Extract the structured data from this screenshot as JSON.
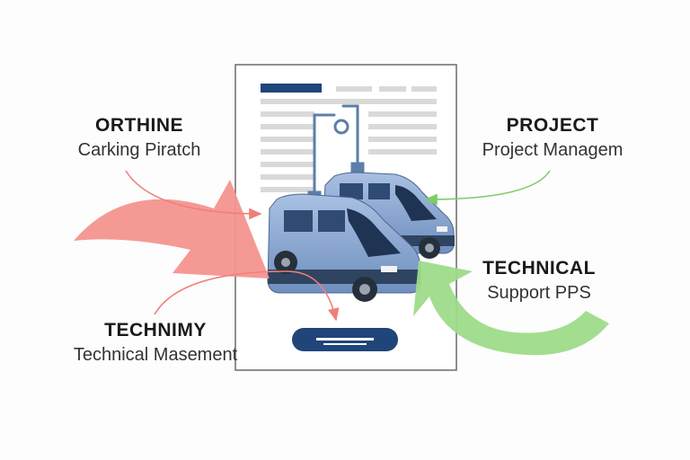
{
  "labels": {
    "top_left": {
      "heading": "ORTHINE",
      "sub": "Carking Piratch"
    },
    "top_right": {
      "heading": "PROJECT",
      "sub": "Project Managem"
    },
    "bottom_left": {
      "heading": "TECHNIMY",
      "sub": "Technical Masement"
    },
    "bottom_right": {
      "heading": "TECHNICAL",
      "sub": "Support PPS"
    }
  },
  "colors": {
    "red_arrow": "#f4938f",
    "green_arrow": "#9edb8a",
    "navy": "#1f4579",
    "van_body": "#8aa6cf",
    "doc_line": "#d9d9d9"
  },
  "icons": [
    "van-icon",
    "charging-post-icon"
  ]
}
